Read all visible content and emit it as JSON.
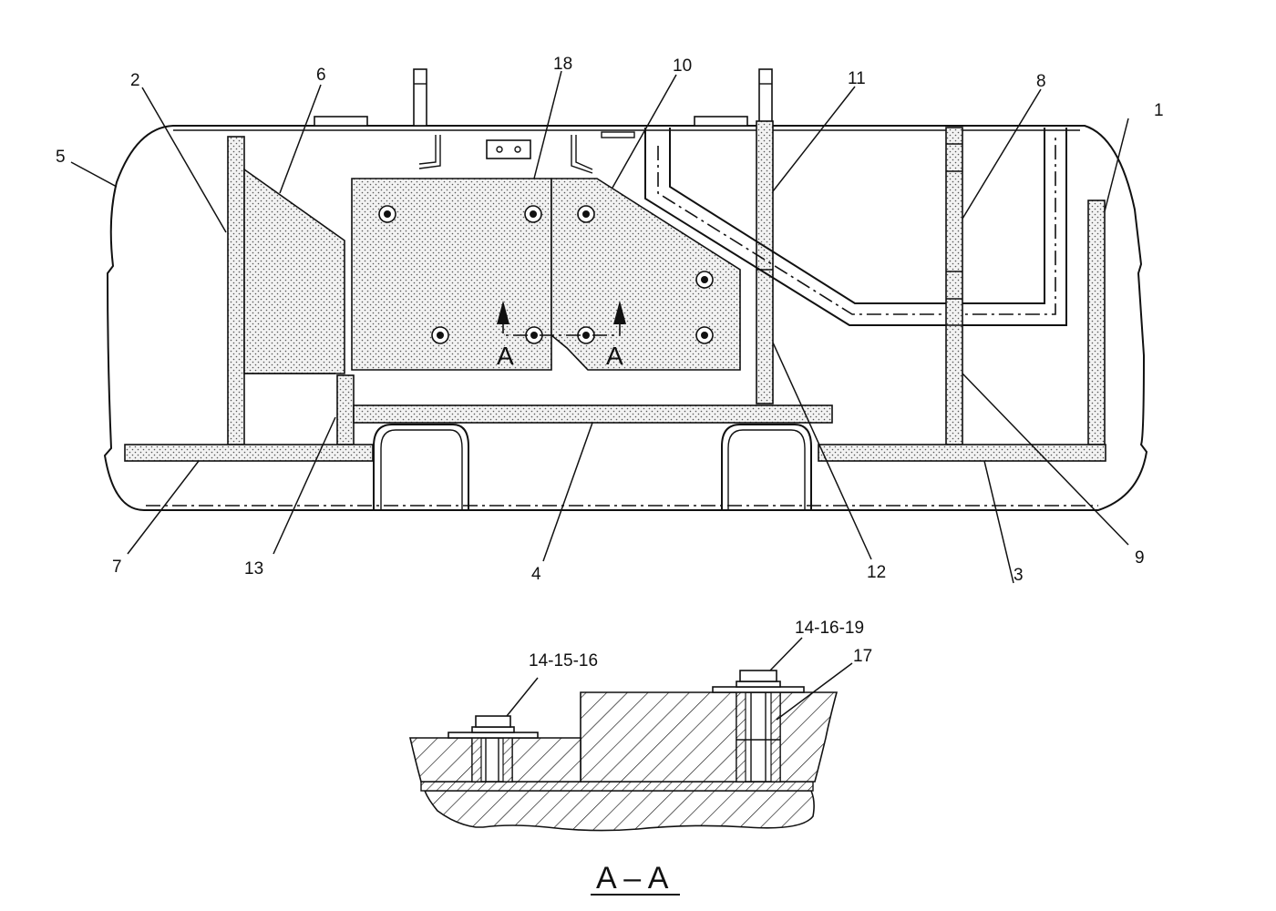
{
  "labels": {
    "l1": "1",
    "l2": "2",
    "l3": "3",
    "l4": "4",
    "l5": "5",
    "l6": "6",
    "l7": "7",
    "l8": "8",
    "l9": "9",
    "l10": "10",
    "l11": "11",
    "l12": "12",
    "l13": "13",
    "l18": "18",
    "l141516": "14-15-16",
    "l141619": "14-16-19",
    "l17": "17"
  },
  "section": {
    "marker_left": "A",
    "marker_right": "A",
    "title": "A – A"
  }
}
